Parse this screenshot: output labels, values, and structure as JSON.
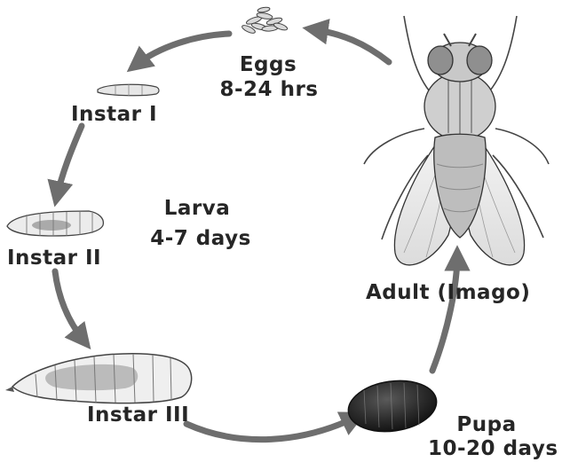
{
  "diagram": {
    "stages": {
      "eggs": {
        "name": "Eggs",
        "duration": "8-24 hrs"
      },
      "instar1": {
        "name": "Instar I"
      },
      "instar2": {
        "name": "Instar II"
      },
      "instar3": {
        "name": "Instar III"
      },
      "larva": {
        "name": "Larva",
        "duration": "4-7 days"
      },
      "pupa": {
        "name": "Pupa",
        "duration": "10-20 days"
      },
      "adult": {
        "name": "Adult (Imago)"
      }
    },
    "colors": {
      "arrow": "#6e6e6e",
      "text": "#262626",
      "pupa_dark": "#1e1e1e"
    }
  }
}
